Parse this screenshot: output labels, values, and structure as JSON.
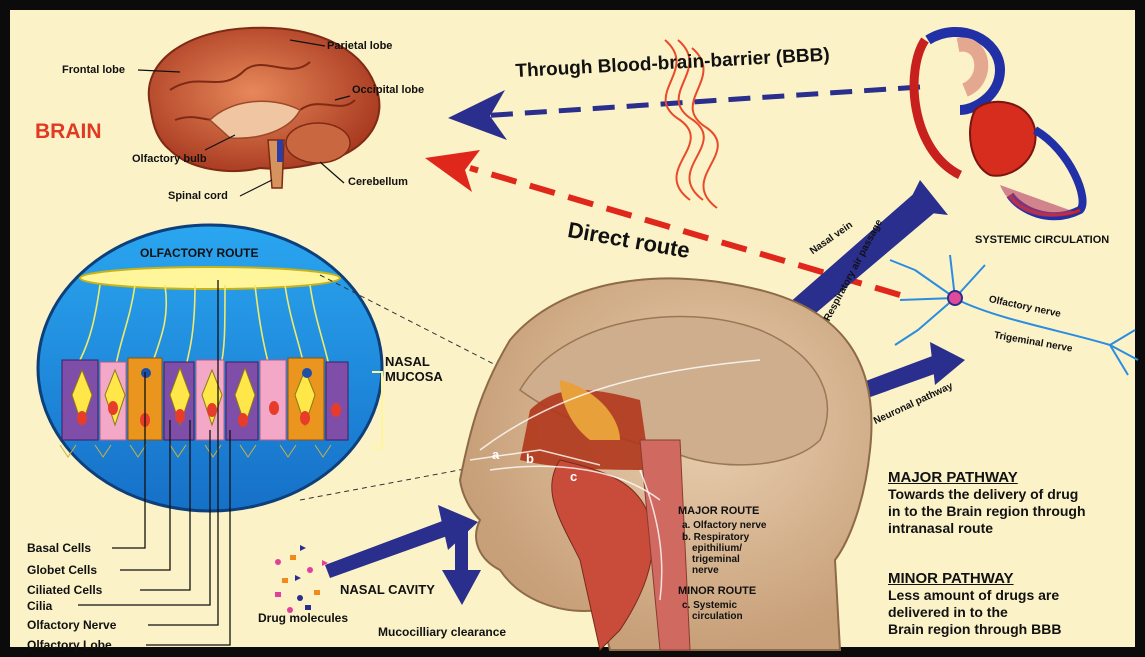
{
  "brain": {
    "title": "BRAIN",
    "labels": {
      "frontal": "Frontal lobe",
      "parietal": "Parietal lobe",
      "occipital": "Occipital lobe",
      "olfactory_bulb": "Olfactory bulb",
      "spinal_cord": "Spinal cord",
      "cerebellum": "Cerebellum"
    }
  },
  "routes": {
    "bbb": "Through Blood-brain-barrier (BBB)",
    "direct": "Direct route",
    "systemic": "SYSTEMIC CIRCULATION",
    "nasal_vein": "Nasal vein",
    "respiratory_air_passage": "Respiratory air passage",
    "neuronal_pathway": "Neuronal pathway",
    "olfactory_nerve": "Olfactory nerve",
    "trigeminal_nerve": "Trigeminal nerve"
  },
  "olfactory": {
    "title": "OLFACTORY ROUTE",
    "mucosa_line1": "NASAL",
    "mucosa_line2": "MUCOSA",
    "cell_labels": [
      "Basal Cells",
      "Globet Cells",
      "Ciliated  Cells",
      "Cilia",
      "Olfactory Nerve",
      "Olfactory Lobe"
    ]
  },
  "head": {
    "nasal_cavity": "NASAL CAVITY",
    "drug_molecules": "Drug molecules",
    "mucociliary": "Mucocilliary clearance",
    "inside_a": "a",
    "inside_b": "b",
    "inside_c": "c",
    "major_route_title": "MAJOR ROUTE",
    "major_a": "a. Olfactory nerve",
    "major_b1": "b. Respiratory",
    "major_b2": "epithilium/",
    "major_b3": "trigeminal",
    "major_b4": "nerve",
    "minor_route_title": "MINOR ROUTE",
    "minor_c1": "c. Systemic",
    "minor_c2": "circulation"
  },
  "pathways": {
    "major_title": "MAJOR PATHWAY",
    "major_line1": "Towards the delivery of drug",
    "major_line2": "in to the Brain region through",
    "major_line3": "intranasal route",
    "minor_title": "MINOR PATHWAY",
    "minor_line1": "Less amount of drugs are",
    "minor_line2": "delivered in to the",
    "minor_line3": "Brain region through BBB"
  },
  "colors": {
    "background": "#fbf2c8",
    "brain_red": "#e13a22",
    "arrow_blue": "#2a2e8c",
    "dash_red": "#e0271b",
    "circle_blue": "#1e8de0",
    "skin": "#d9b896"
  }
}
